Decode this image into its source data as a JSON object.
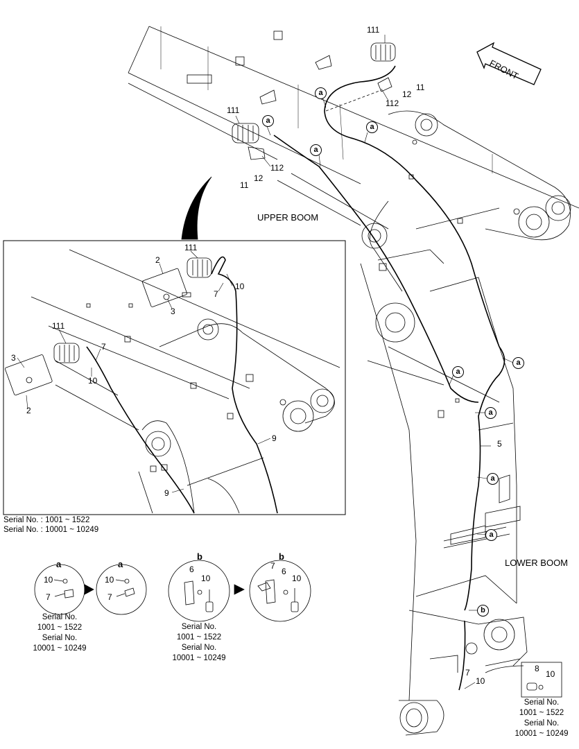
{
  "labels": {
    "upper_boom": "UPPER BOOM",
    "lower_boom": "LOWER BOOM",
    "front": "FRONT"
  },
  "parts": {
    "p111": "111",
    "p112": "112",
    "p11": "11",
    "p12": "12",
    "p2": "2",
    "p3": "3",
    "p5": "5",
    "p6": "6",
    "p7": "7",
    "p8": "8",
    "p9": "9",
    "p10": "10"
  },
  "refs": {
    "a": "a",
    "b": "b"
  },
  "serial": {
    "left_line1": "Serial No. : 1001 ~ 1522",
    "left_line2": "Serial No. : 10001 ~ 10249",
    "head": "Serial No.",
    "range1": "1001 ~ 1522",
    "range2": "10001 ~ 10249"
  }
}
